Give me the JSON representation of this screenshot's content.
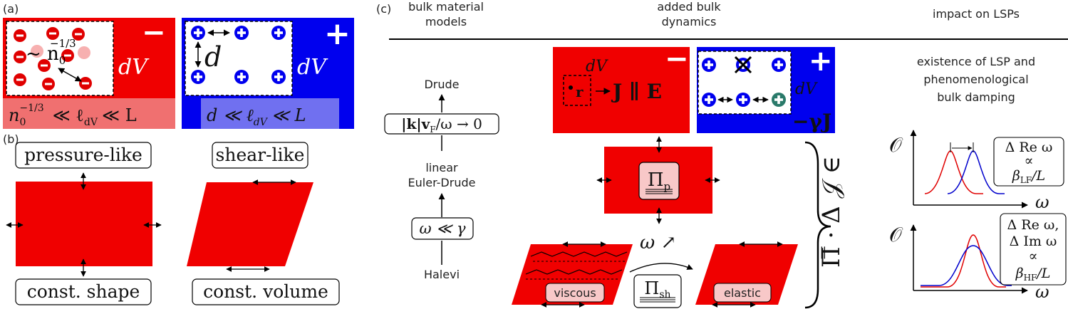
{
  "panel_a": {
    "tag": "(a)",
    "neg_sign": "−",
    "pos_sign": "+",
    "density_label": "~ n",
    "density_exp": "−1/3",
    "density_sub": "0",
    "dv_label": "dV",
    "d_label": "d",
    "neg_scale": "n",
    "neg_scale_sub": "0",
    "neg_scale_exp": "−1/3",
    "neg_scale_rest": "≪ ℓ",
    "neg_scale_sub2": "dV",
    "neg_scale_end": "≪ L",
    "pos_scale": "d ≪ ℓ",
    "pos_scale_sub": "dV",
    "pos_scale_end": "≪ L"
  },
  "panel_b": {
    "tag": "(b)",
    "pressure_label": "pressure-like",
    "shear_label": "shear-like",
    "shape_label": "const. shape",
    "volume_label": "const. volume"
  },
  "panel_c": {
    "tag": "(c)",
    "col1_header_1": "bulk material",
    "col1_header_2": "models",
    "col2_header_1": "added bulk",
    "col2_header_2": "dynamics",
    "col3_header": "impact on LSPs",
    "drude": "Drude",
    "limit1": "|k|v",
    "limit1_sub": "F",
    "limit1_end": "/ω → 0",
    "linear_1": "linear",
    "linear_2": "Euler-Drude",
    "limit2": "ω ≪ γ",
    "halevi": "Halevi",
    "dv_top": "dV",
    "r_label": "r",
    "je_label": "J ∥ E",
    "neg_sign": "−",
    "pos_sign": "+",
    "dv_right": "dV",
    "gamma_j": "−γJ",
    "pi_p": "Π",
    "pi_p_sub": "p",
    "omega_arrow": "ω ↗",
    "pi_sh": "Π",
    "pi_sh_sub": "sh",
    "viscous": "viscous",
    "elastic": "elastic",
    "brace_expr": "Π̿ · Δ 𝒥 ∈",
    "lsp_title_1": "existence of LSP and",
    "lsp_title_2": "phenomenological",
    "lsp_title_3": "bulk damping",
    "o_label": "𝒪",
    "omega_label": "ω",
    "box1_line1": "Δ Re ω",
    "box1_line2": "∝",
    "box1_line3": "β",
    "box1_sub": "LF",
    "box1_end": "/L",
    "box2_line1": "Δ Re ω,",
    "box2_line2": "Δ Im ω",
    "box2_line3": "∝",
    "box2_line4": "β",
    "box2_sub": "HF",
    "box2_end": "/L"
  },
  "colors": {
    "red": "#f00000",
    "blue": "#0000ee",
    "light_red": "#f07070",
    "light_blue": "#7070f0",
    "teal": "#2a7a6a",
    "pink_box": "#f8c8c8"
  }
}
